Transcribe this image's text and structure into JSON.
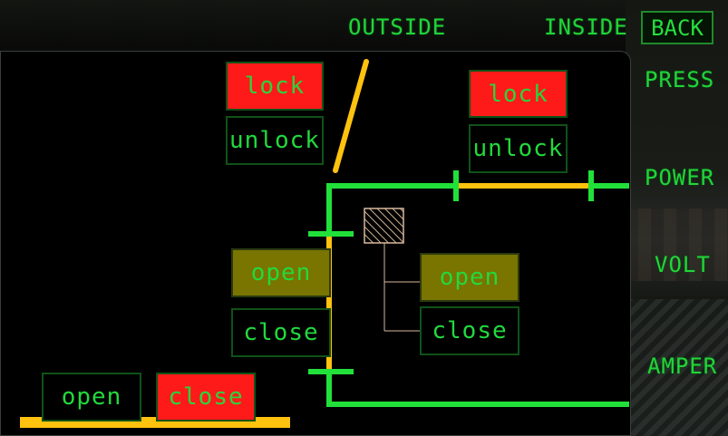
{
  "header": {
    "outside_label": "OUTSIDE",
    "inside_label": "INSIDE",
    "back_label": "BACK"
  },
  "side_menu": {
    "items": [
      "PRESS",
      "POWER",
      "VOLT",
      "AMPER"
    ]
  },
  "outer_door": {
    "lock_label": "lock",
    "unlock_label": "unlock",
    "open_label": "open",
    "close_label": "close"
  },
  "inner_door": {
    "lock_label": "lock",
    "unlock_label": "unlock",
    "open_label": "open",
    "close_label": "close"
  },
  "floor_hatch": {
    "open_label": "open",
    "close_label": "close"
  },
  "colors": {
    "text_green": "#22d43a",
    "pipe_green": "#22e03a",
    "door_yellow": "#ffc20e",
    "active_red": "#ff1a1a",
    "active_olive": "#7a7400"
  }
}
